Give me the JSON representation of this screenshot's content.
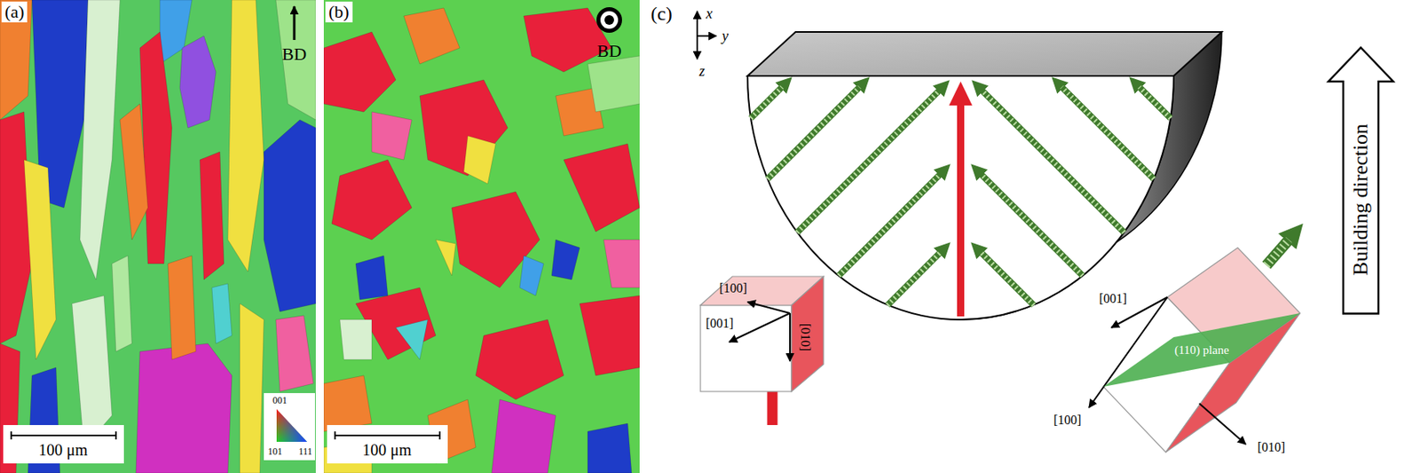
{
  "diagram": {
    "nodes": [
      {
        "text": [
          "Building direction"
        ]
      },
      {
        "text": [
          "(110) plane"
        ]
      }
    ],
    "labels": [
      "(a)",
      "BD",
      "001",
      "101",
      "111",
      "100 μm",
      "(b)",
      "BD",
      "100 μm",
      "(c)",
      "x",
      "y",
      "z",
      "[100]",
      "[001]",
      "[010]",
      "[001]",
      "[100]",
      "[010]"
    ]
  }
}
